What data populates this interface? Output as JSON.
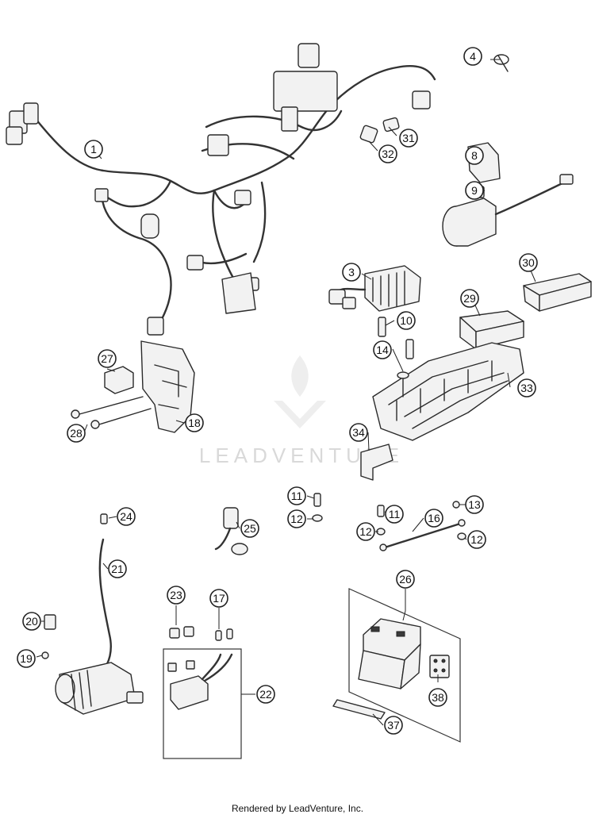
{
  "watermark": {
    "text": "LEADVENTURE"
  },
  "footer": {
    "text": "Rendered by LeadVenture, Inc."
  },
  "callouts": [
    "1",
    "3",
    "4",
    "8",
    "9",
    "10",
    "11",
    "11",
    "12",
    "12",
    "12",
    "13",
    "14",
    "16",
    "17",
    "18",
    "19",
    "20",
    "21",
    "22",
    "23",
    "24",
    "25",
    "26",
    "27",
    "28",
    "29",
    "30",
    "31",
    "32",
    "33",
    "34",
    "37",
    "38"
  ]
}
